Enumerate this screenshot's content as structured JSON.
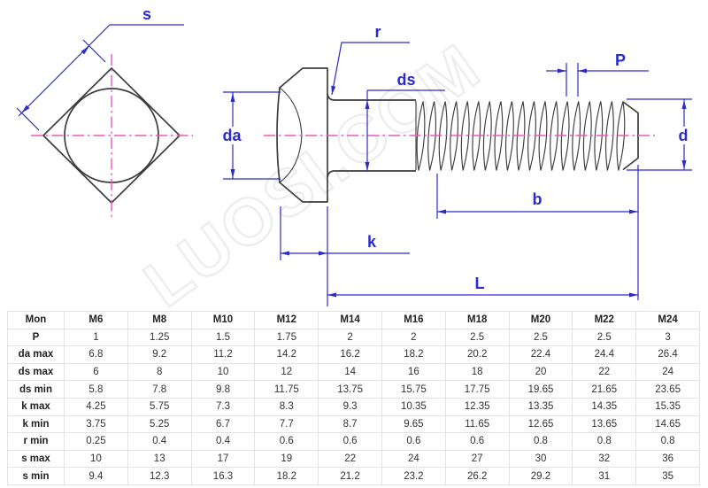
{
  "watermark": "LUOSI.COM",
  "drawing": {
    "labels": {
      "s": "s",
      "r": "r",
      "ds": "ds",
      "P": "P",
      "da": "da",
      "d": "d",
      "b": "b",
      "k": "k",
      "L": "L"
    }
  },
  "colors": {
    "dim_blue": "#2a2acd",
    "center_pink": "#ee55c4",
    "draw_line": "#3d3d3d",
    "tbl_border": "#e3e3e3",
    "tbl_text": "#333333",
    "watermark": "#ededed"
  },
  "table": {
    "columns": [
      "Mon",
      "M6",
      "M8",
      "M10",
      "M12",
      "M14",
      "M16",
      "M18",
      "M20",
      "M22",
      "M24"
    ],
    "rows": [
      {
        "label": "P",
        "values": [
          "1",
          "1.25",
          "1.5",
          "1.75",
          "2",
          "2",
          "2.5",
          "2.5",
          "2.5",
          "3"
        ]
      },
      {
        "label": "da max",
        "values": [
          "6.8",
          "9.2",
          "11.2",
          "14.2",
          "16.2",
          "18.2",
          "20.2",
          "22.4",
          "24.4",
          "26.4"
        ]
      },
      {
        "label": "ds max",
        "values": [
          "6",
          "8",
          "10",
          "12",
          "14",
          "16",
          "18",
          "20",
          "22",
          "24"
        ]
      },
      {
        "label": "ds min",
        "values": [
          "5.8",
          "7.8",
          "9.8",
          "11.75",
          "13.75",
          "15.75",
          "17.75",
          "19.65",
          "21.65",
          "23.65"
        ]
      },
      {
        "label": "k max",
        "values": [
          "4.25",
          "5.75",
          "7.3",
          "8.3",
          "9.3",
          "10.35",
          "12.35",
          "13.35",
          "14.35",
          "15.35"
        ]
      },
      {
        "label": "k min",
        "values": [
          "3.75",
          "5.25",
          "6.7",
          "7.7",
          "8.7",
          "9.65",
          "11.65",
          "12.65",
          "13.65",
          "14.65"
        ]
      },
      {
        "label": "r min",
        "values": [
          "0.25",
          "0.4",
          "0.4",
          "0.6",
          "0.6",
          "0.6",
          "0.6",
          "0.8",
          "0.8",
          "0.8"
        ]
      },
      {
        "label": "s max",
        "values": [
          "10",
          "13",
          "17",
          "19",
          "22",
          "24",
          "27",
          "30",
          "32",
          "36"
        ]
      },
      {
        "label": "s min",
        "values": [
          "9.4",
          "12.3",
          "16.3",
          "18.2",
          "21.2",
          "23.2",
          "26.2",
          "29.2",
          "31",
          "35"
        ]
      }
    ]
  }
}
